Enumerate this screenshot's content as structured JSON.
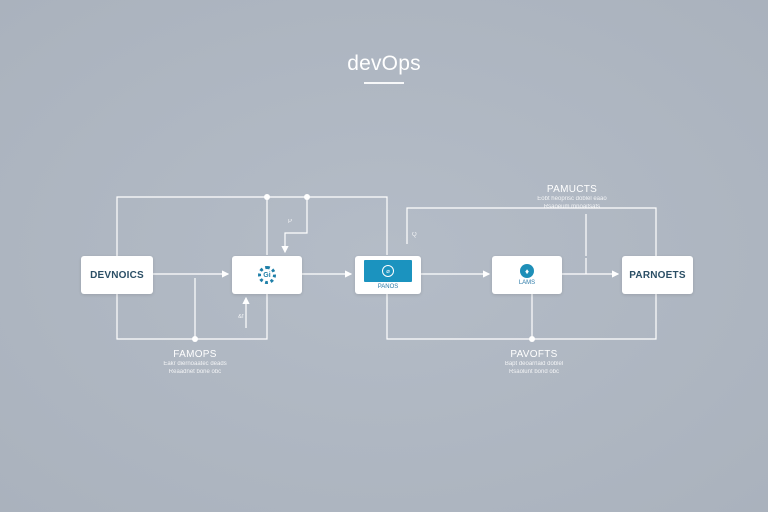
{
  "diagram": {
    "title": "devOps",
    "nodes": {
      "devnoics": {
        "label": "DEVNOICS"
      },
      "gear": {
        "glyph": "Gi",
        "icon": "gear-icon"
      },
      "screen": {
        "label": "PANOS",
        "glyph": "⌀",
        "icon": "screen-icon"
      },
      "lamp": {
        "label": "LAMS",
        "glyph": "♦",
        "icon": "bulb-icon"
      },
      "parnoets": {
        "label": "PARNOETS"
      }
    },
    "captions": {
      "left": {
        "title": "FAMOPS",
        "lines": [
          "Eakr diernoaatec deads",
          "Reaadnet bone obc"
        ]
      },
      "middle": {
        "title": "PAVOFTS",
        "lines": [
          "Bapt deoarrlaid doblel",
          "Rsaolunt bond obc"
        ]
      },
      "top": {
        "title": "PAMUCTS",
        "lines": [
          "Eobt heoprisc doblel eaao",
          "Rsaoeum mnoaitsats"
        ]
      }
    },
    "marks": {
      "p": "P",
      "tx": "&f",
      "q": "Q"
    },
    "colors": {
      "background": "#aeb6c1",
      "node": "#ffffff",
      "accent": "#1b93bf",
      "wire": "#ffffff"
    }
  }
}
